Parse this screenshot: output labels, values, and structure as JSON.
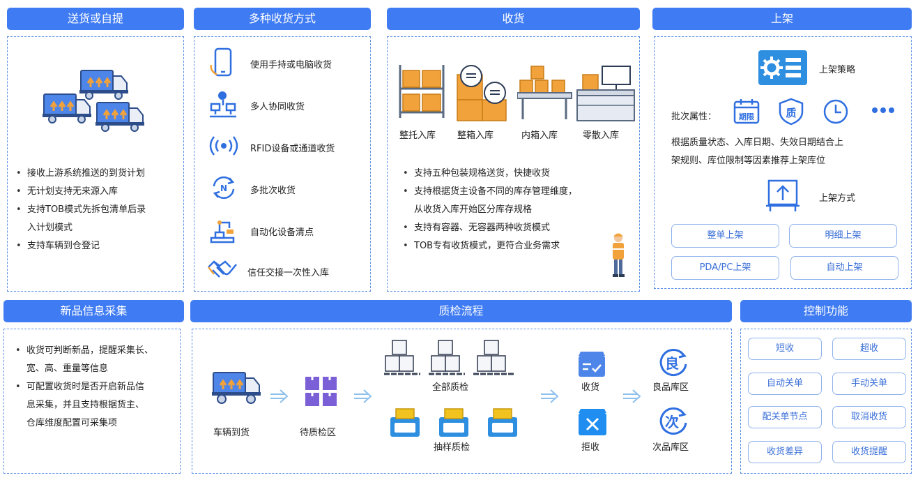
{
  "colors": {
    "header": "#3f7bf2",
    "accent": "#2f6fe0",
    "orange": "#f2a23a",
    "border": "#5b8fe6"
  },
  "delivery": {
    "title": "送货或自提",
    "icon": "delivery-trucks-icon",
    "bullets": [
      "接收上游系统推送的到货计划",
      "无计划支持无来源入库",
      "支持TOB模式先拆包清单后录",
      "入计划模式",
      "支持车辆到仓登记"
    ]
  },
  "methods": {
    "title": "多种收货方式",
    "items": [
      {
        "icon": "mobile-phone-icon",
        "label": "使用手持或电脑收货"
      },
      {
        "icon": "team-computer-icon",
        "label": "多人协同收货"
      },
      {
        "icon": "rfid-signal-icon",
        "label": "RFID设备或通道收货"
      },
      {
        "icon": "batch-cycle-icon",
        "label": "多批次收货"
      },
      {
        "icon": "robot-arm-icon",
        "label": "自动化设备清点"
      },
      {
        "icon": "handshake-icon",
        "label": "信任交接一次性入库"
      }
    ]
  },
  "receiving": {
    "title": "收货",
    "types": [
      "整托入库",
      "整箱入库",
      "内箱入库",
      "零散入库"
    ],
    "bullets": [
      "支持五种包装规格送货，快捷收货",
      "支持根据货主设备不同的库存管理维度，",
      "从收货入库开始区分库存规格",
      "支持有容器、无容器两种收货模式",
      "TOB专有收货模式，更符合业务需求"
    ]
  },
  "putaway": {
    "title": "上架",
    "strategy_label": "上架策略",
    "attr_label": "批次属性：",
    "attr_icons": [
      "期限",
      "质",
      "clock-icon",
      "more-icon"
    ],
    "desc1": "根据质量状态、入库日期、失效日期结合上",
    "desc2": "架规则、库位限制等因素推荐上架库位",
    "method_label": "上架方式",
    "buttons": [
      "整单上架",
      "明细上架",
      "PDA/PC上架",
      "自动上架"
    ]
  },
  "newitem": {
    "title": "新品信息采集",
    "bullets": [
      "收货可判断新品，提醒采集长、",
      "宽、高、重量等信息",
      "可配置收货时是否开启新品信",
      "息采集，并且支持根据货主、",
      "仓库维度配置可采集项"
    ]
  },
  "qc": {
    "title": "质检流程",
    "vehicle": "车辆到货",
    "pending": "待质检区",
    "full": "全部质检",
    "sample": "抽样质检",
    "receive": "收货",
    "reject": "拒收",
    "good": "良品库区",
    "good_char": "良",
    "bad": "次品库区",
    "bad_char": "次"
  },
  "control": {
    "title": "控制功能",
    "buttons": [
      "短收",
      "超收",
      "自动关单",
      "手动关单",
      "配关单节点",
      "取消收货",
      "收货差异",
      "收货提醒"
    ]
  }
}
